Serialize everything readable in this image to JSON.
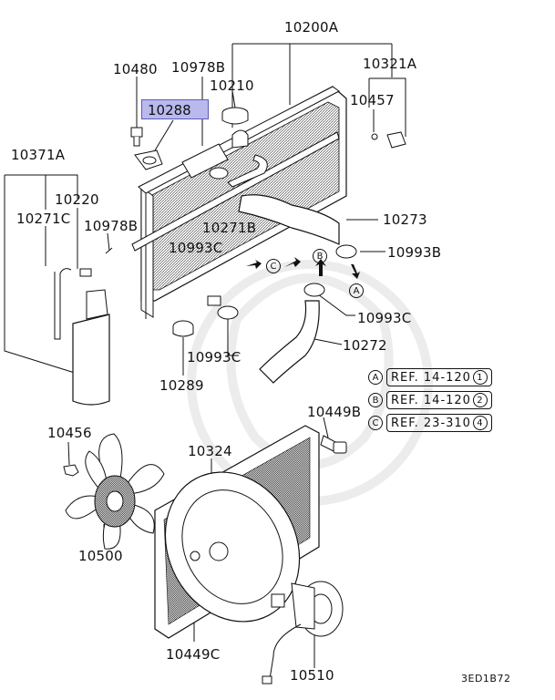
{
  "labels": {
    "radiator_assy": "10200A",
    "bolt_top": "10480",
    "hose_clamp_b": "10978B",
    "radiator_cap": "10210",
    "drain_plug_assy": "10321A",
    "drain_plug": "10457",
    "selected_part": "10288",
    "reserve_tank_assy": "10371A",
    "tank_cap": "10220",
    "tank_hose": "10271C",
    "hose_clamp_b2": "10978B",
    "overflow_hose": "10271B",
    "upper_hose": "10273",
    "clamp_upper": "10993C",
    "clamp_right": "10993B",
    "clamp_lower_right": "10993C",
    "lower_hose": "10272",
    "clamp_lower": "10993C",
    "insulator": "10289",
    "nut": "10456",
    "bolt_shroud": "10449B",
    "shroud": "10324",
    "fan": "10500",
    "bolt_motor": "10449C",
    "motor": "10510"
  },
  "arrow_markers": {
    "a": "A",
    "b": "B",
    "c": "C"
  },
  "references": [
    {
      "marker": "A",
      "text": "REF. 14-120",
      "num": "1"
    },
    {
      "marker": "B",
      "text": "REF. 14-120",
      "num": "2"
    },
    {
      "marker": "C",
      "text": "REF. 23-310",
      "num": "4"
    }
  ],
  "drawing_code": "3ED1B72",
  "colors": {
    "highlight_fill": "#b9b9ee",
    "highlight_border": "#5b5bbd",
    "line": "#111111"
  }
}
